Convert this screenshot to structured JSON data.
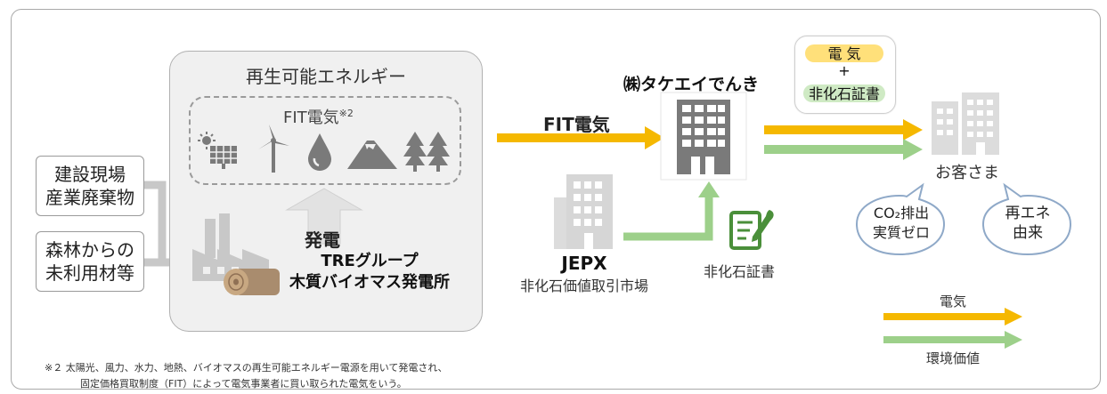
{
  "sources": {
    "construction": "建設現場\n産業廃棄物",
    "forest": "森林からの\n未利用材等"
  },
  "renewable": {
    "title": "再生可能エネルギー",
    "fit_label": "FIT電気",
    "fit_note_mark": "※2",
    "generation_label": "発電",
    "plant_name_line1": "TREグループ",
    "plant_name_line2": "木質バイオマス発電所"
  },
  "flow": {
    "fit_electricity": "FIT電気"
  },
  "company": {
    "name": "㈱タケエイでんき"
  },
  "bundle": {
    "electricity": "電 気",
    "plus": "+",
    "certificate": "非化石証書"
  },
  "customer": {
    "label": "お客さま",
    "bubble_left_line1": "CO₂排出",
    "bubble_left_line2": "実質ゼロ",
    "bubble_right_line1": "再エネ",
    "bubble_right_line2": "由来"
  },
  "jepx": {
    "name": "JEPX",
    "desc": "非化石価値取引市場"
  },
  "certificate": {
    "label": "非化石証書"
  },
  "legend": {
    "electricity": "電気",
    "environmental_value": "環境価値"
  },
  "footnote": {
    "line1": "※２ 太陽光、風力、水力、地熱、バイオマスの再生可能エネルギー電源を用いて発電され、",
    "line2": "固定価格買取制度（FIT）によって電気事業者に買い取られた電気をいう。"
  },
  "colors": {
    "electricity_arrow": "#f5b800",
    "environment_arrow": "#9dd08a",
    "gray_icon": "#8a8a8a",
    "light_building": "#dcdcdc",
    "panel_bg": "#f0f0f0",
    "cert_green": "#4a8f3a"
  }
}
